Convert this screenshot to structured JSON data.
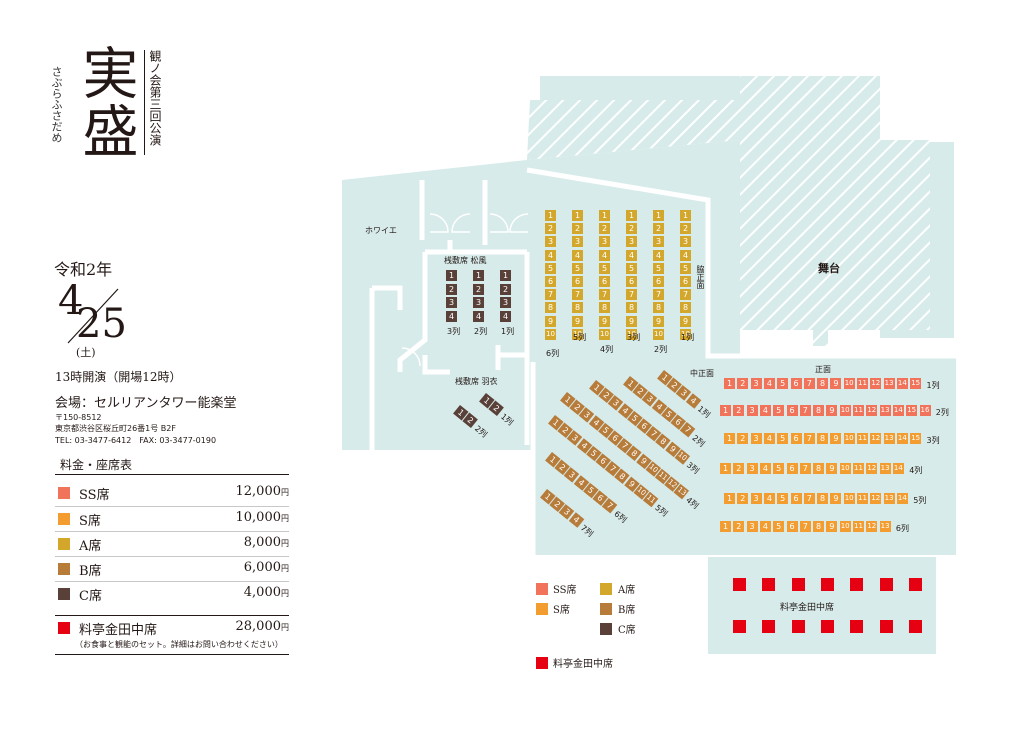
{
  "title": {
    "main": "実盛",
    "sub": "観ノ会第三回公演",
    "kana": "さぶらふさだめ"
  },
  "date": {
    "era": "令和2年",
    "month": "4",
    "day": "25",
    "weekday": "(土)"
  },
  "time": "13時開演（開場12時）",
  "venue": {
    "label": "会場：セルリアンタワー能楽堂",
    "postal": "〒150-8512",
    "address": "東京都渋谷区桜丘町26番1号 B2F",
    "tel": "TEL: 03-3477-6412　FAX: 03-3477-0190"
  },
  "price_heading": "料金・座席表",
  "colors": {
    "SS": "#f0735a",
    "S": "#f39d31",
    "A": "#d3a72b",
    "B": "#b77b3a",
    "C": "#594038",
    "kanda": "#e50012",
    "floor": "#d6ebea",
    "wall": "#ffffff"
  },
  "prices": [
    {
      "name": "SS席",
      "value": "12,000",
      "unit": "円",
      "color": "#f0735a"
    },
    {
      "name": "S席",
      "value": "10,000",
      "unit": "円",
      "color": "#f39d31"
    },
    {
      "name": "A席",
      "value": "8,000",
      "unit": "円",
      "color": "#d3a72b"
    },
    {
      "name": "B席",
      "value": "6,000",
      "unit": "円",
      "color": "#b77b3a"
    },
    {
      "name": "C席",
      "value": "4,000",
      "unit": "円",
      "color": "#594038"
    },
    {
      "name": "料亭金田中席",
      "value": "28,000",
      "unit": "円",
      "color": "#e50012"
    }
  ],
  "price_note": "（お食事と観能のセット。詳細はお問い合わせください）",
  "map": {
    "foyer": "ホワイエ",
    "stage": "舞台",
    "waki_shomen": "脇正面",
    "shomen": "正面",
    "naka_shomen": "中正面",
    "matsukaze": "桟敷席 松風",
    "hagoromo": "桟敷席 羽衣",
    "kanda_room": "料亭金田中席"
  },
  "legend": {
    "ss": "SS席",
    "s": "S席",
    "a": "A席",
    "b": "B席",
    "c": "C席",
    "kanda": "料亭金田中席"
  },
  "seating": {
    "waki": [
      {
        "label": "6列",
        "count": 10
      },
      {
        "label": "5列",
        "count": 10
      },
      {
        "label": "4列",
        "count": 10
      },
      {
        "label": "3列",
        "count": 10
      },
      {
        "label": "2列",
        "count": 10
      },
      {
        "label": "1列",
        "count": 10
      }
    ],
    "shomen": [
      {
        "label": "1列",
        "count": 15,
        "color": "#f0735a"
      },
      {
        "label": "2列",
        "count": 16,
        "color": "#f0735a"
      },
      {
        "label": "3列",
        "count": 15,
        "color": "#f39d31"
      },
      {
        "label": "4列",
        "count": 14,
        "color": "#f39d31"
      },
      {
        "label": "5列",
        "count": 14,
        "color": "#f39d31"
      },
      {
        "label": "6列",
        "count": 13,
        "color": "#f39d31"
      }
    ],
    "naka": [
      {
        "label": "1列",
        "count": 4
      },
      {
        "label": "2列",
        "count": 7
      },
      {
        "label": "3列",
        "count": 10
      },
      {
        "label": "4列",
        "count": 13
      },
      {
        "label": "5列",
        "count": 11
      },
      {
        "label": "6列",
        "count": 7
      },
      {
        "label": "7列",
        "count": 4
      }
    ],
    "matsukaze": [
      {
        "label": "3列",
        "count": 4
      },
      {
        "label": "2列",
        "count": 4
      },
      {
        "label": "1列",
        "count": 4
      }
    ],
    "hagoromo": [
      {
        "label": "1列",
        "count": 2
      },
      {
        "label": "2列",
        "count": 2
      }
    ],
    "kanda_seats": 14
  }
}
